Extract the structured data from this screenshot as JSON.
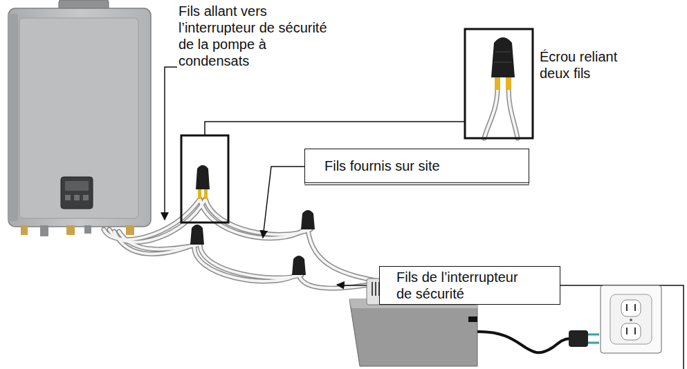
{
  "diagram": {
    "nodes": [
      {
        "text": [
          "Fils fournis sur site"
        ]
      },
      {
        "text": [
          "Fils de l’interrupteur de sécurité"
        ]
      }
    ],
    "labels": [
      "Fils allant vers l’interrupteur de sécurité de la pompe à condensats",
      "Écrou reliant deux fils"
    ]
  }
}
